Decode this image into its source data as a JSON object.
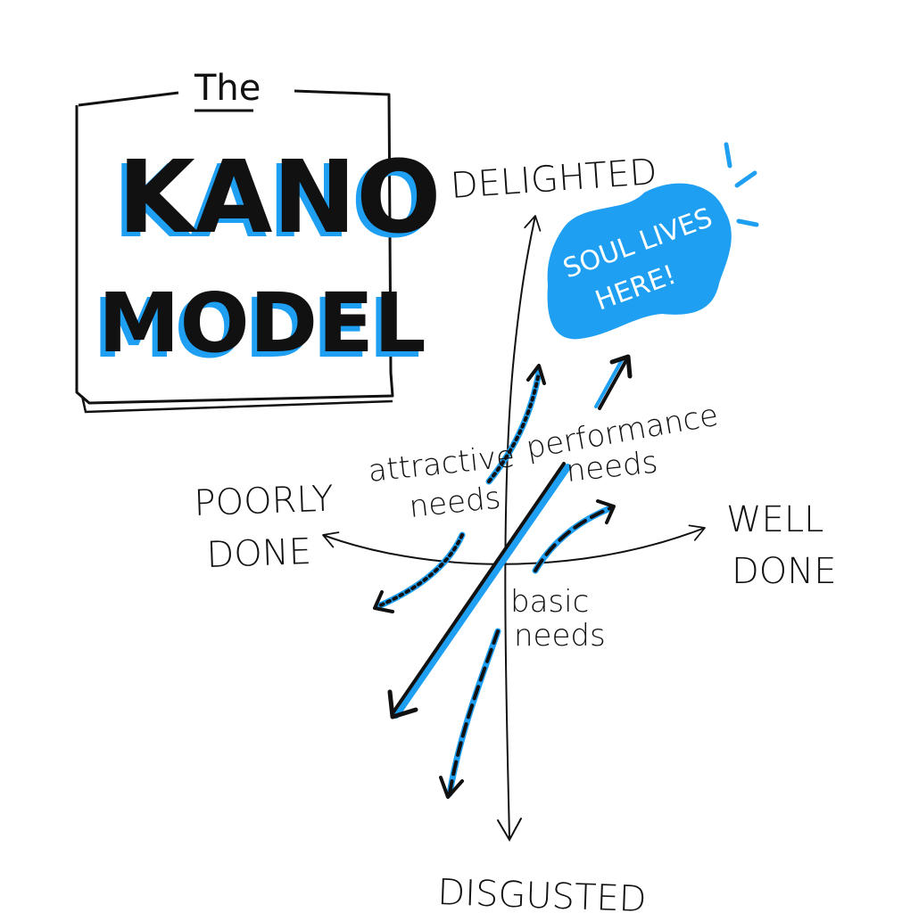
{
  "title": {
    "prefix": "The",
    "line1": "KANO",
    "line2": "MODEL"
  },
  "axes": {
    "top": "DELIGHTED",
    "bottom": "DISGUSTED",
    "left_line1": "POORLY",
    "left_line2": "DONE",
    "right_line1": "WELL",
    "right_line2": "DONE"
  },
  "bubble": {
    "line1": "SOUL LIVES",
    "line2": "HERE!"
  },
  "curves": {
    "attractive_line1": "attractive",
    "attractive_line2": "needs",
    "performance_line1": "performance",
    "performance_line2": "needs",
    "basic_line1": "basic",
    "basic_line2": "needs"
  },
  "colors": {
    "accent": "#1e9ff2",
    "ink": "#111111"
  }
}
